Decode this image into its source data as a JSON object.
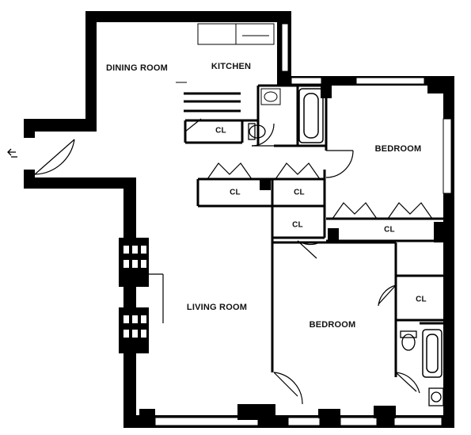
{
  "rooms": {
    "dining_room": "DINING ROOM",
    "kitchen": "KITCHEN",
    "bedroom_1": "BEDROOM",
    "living_room": "LIVING ROOM",
    "bedroom_2": "BEDROOM"
  },
  "closets": {
    "hall": "CL",
    "left_pair": "CL",
    "right_pair": "CL",
    "lower": "CL",
    "bedroom_wall": "CL",
    "bedroom_corner": "CL"
  },
  "colors": {
    "wall": "#000000",
    "background": "#ffffff",
    "line": "#000000"
  }
}
